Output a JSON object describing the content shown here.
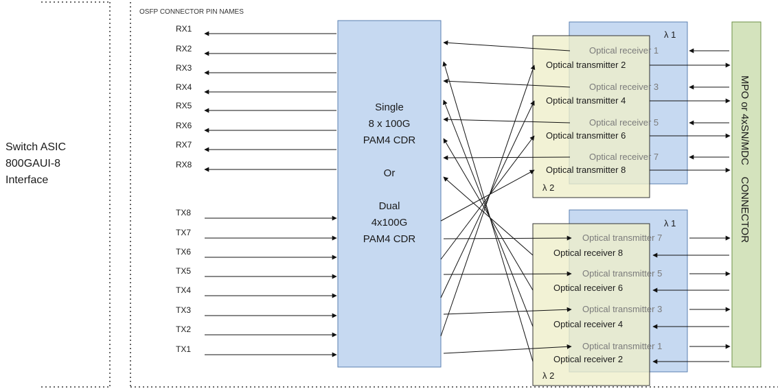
{
  "section_title": "OSFP CONNECTOR PIN NAMES",
  "host": {
    "lines": [
      "Switch ASIC",
      "800GAUI-8",
      "Interface"
    ]
  },
  "rx_pins": [
    "RX1",
    "RX2",
    "RX3",
    "RX4",
    "RX5",
    "RX6",
    "RX7",
    "RX8"
  ],
  "tx_pins": [
    "TX8",
    "TX7",
    "TX6",
    "TX5",
    "TX4",
    "TX3",
    "TX2",
    "TX1"
  ],
  "cdr_box": {
    "lines": [
      "Single",
      "8 x 100G",
      "PAM4 CDR",
      "",
      "Or",
      "",
      "Dual",
      "4x100G",
      "PAM4 CDR"
    ]
  },
  "upper_module": {
    "back_lambda": "λ 1",
    "front_lambda": "λ 2",
    "receivers": [
      "Optical receiver 1",
      "Optical receiver 3",
      "Optical receiver 5",
      "Optical receiver 7"
    ],
    "transmitters": [
      "Optical transmitter 2",
      "Optical transmitter 4",
      "Optical transmitter 6",
      "Optical transmitter 8"
    ]
  },
  "lower_module": {
    "back_lambda": "λ 1",
    "front_lambda": "λ 2",
    "transmitters": [
      "Optical transmitter 7",
      "Optical transmitter 5",
      "Optical transmitter 3",
      "Optical transmitter 1"
    ],
    "receivers": [
      "Optical receiver 8",
      "Optical receiver 6",
      "Optical receiver 4",
      "Optical receiver 2"
    ]
  },
  "connector": {
    "label": "MPO or 4xSN/MDC    CONNECTOR"
  },
  "colors": {
    "cdr_fill": "#c6d9f1",
    "cdr_stroke": "#5a7fb0",
    "back_module_fill": "#c6d9f1",
    "front_module_fill": "#eeeec9",
    "connector_fill": "#d4e3bd",
    "connector_stroke": "#6d8f45"
  }
}
